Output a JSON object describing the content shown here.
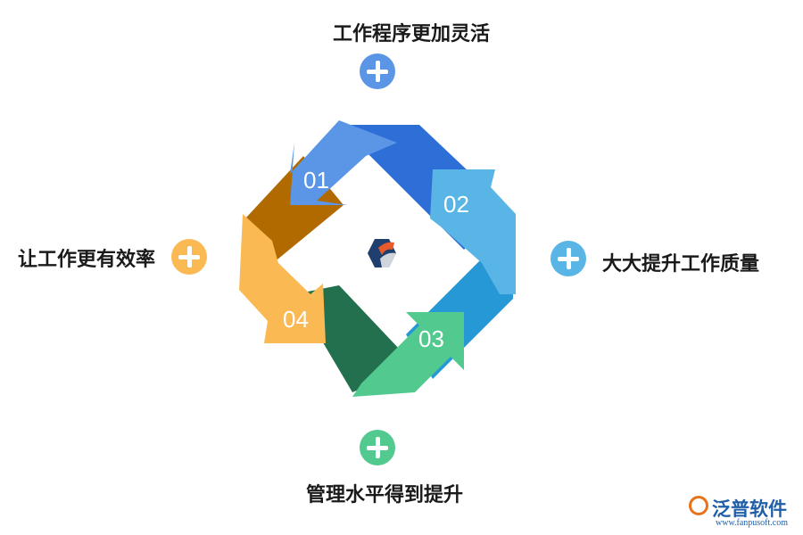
{
  "items": [
    {
      "number": "01",
      "label": "工作程序更加灵活",
      "color": "#5b95e6"
    },
    {
      "number": "02",
      "label": "大大提升工作质量",
      "color": "#58b5e5"
    },
    {
      "number": "03",
      "label": "管理水平得到提升",
      "color": "#52c98e"
    },
    {
      "number": "04",
      "label": "让工作更有效率",
      "color": "#fbb954"
    }
  ],
  "brand": {
    "name": "泛普软件",
    "url": "www.fanpusoft.com"
  }
}
